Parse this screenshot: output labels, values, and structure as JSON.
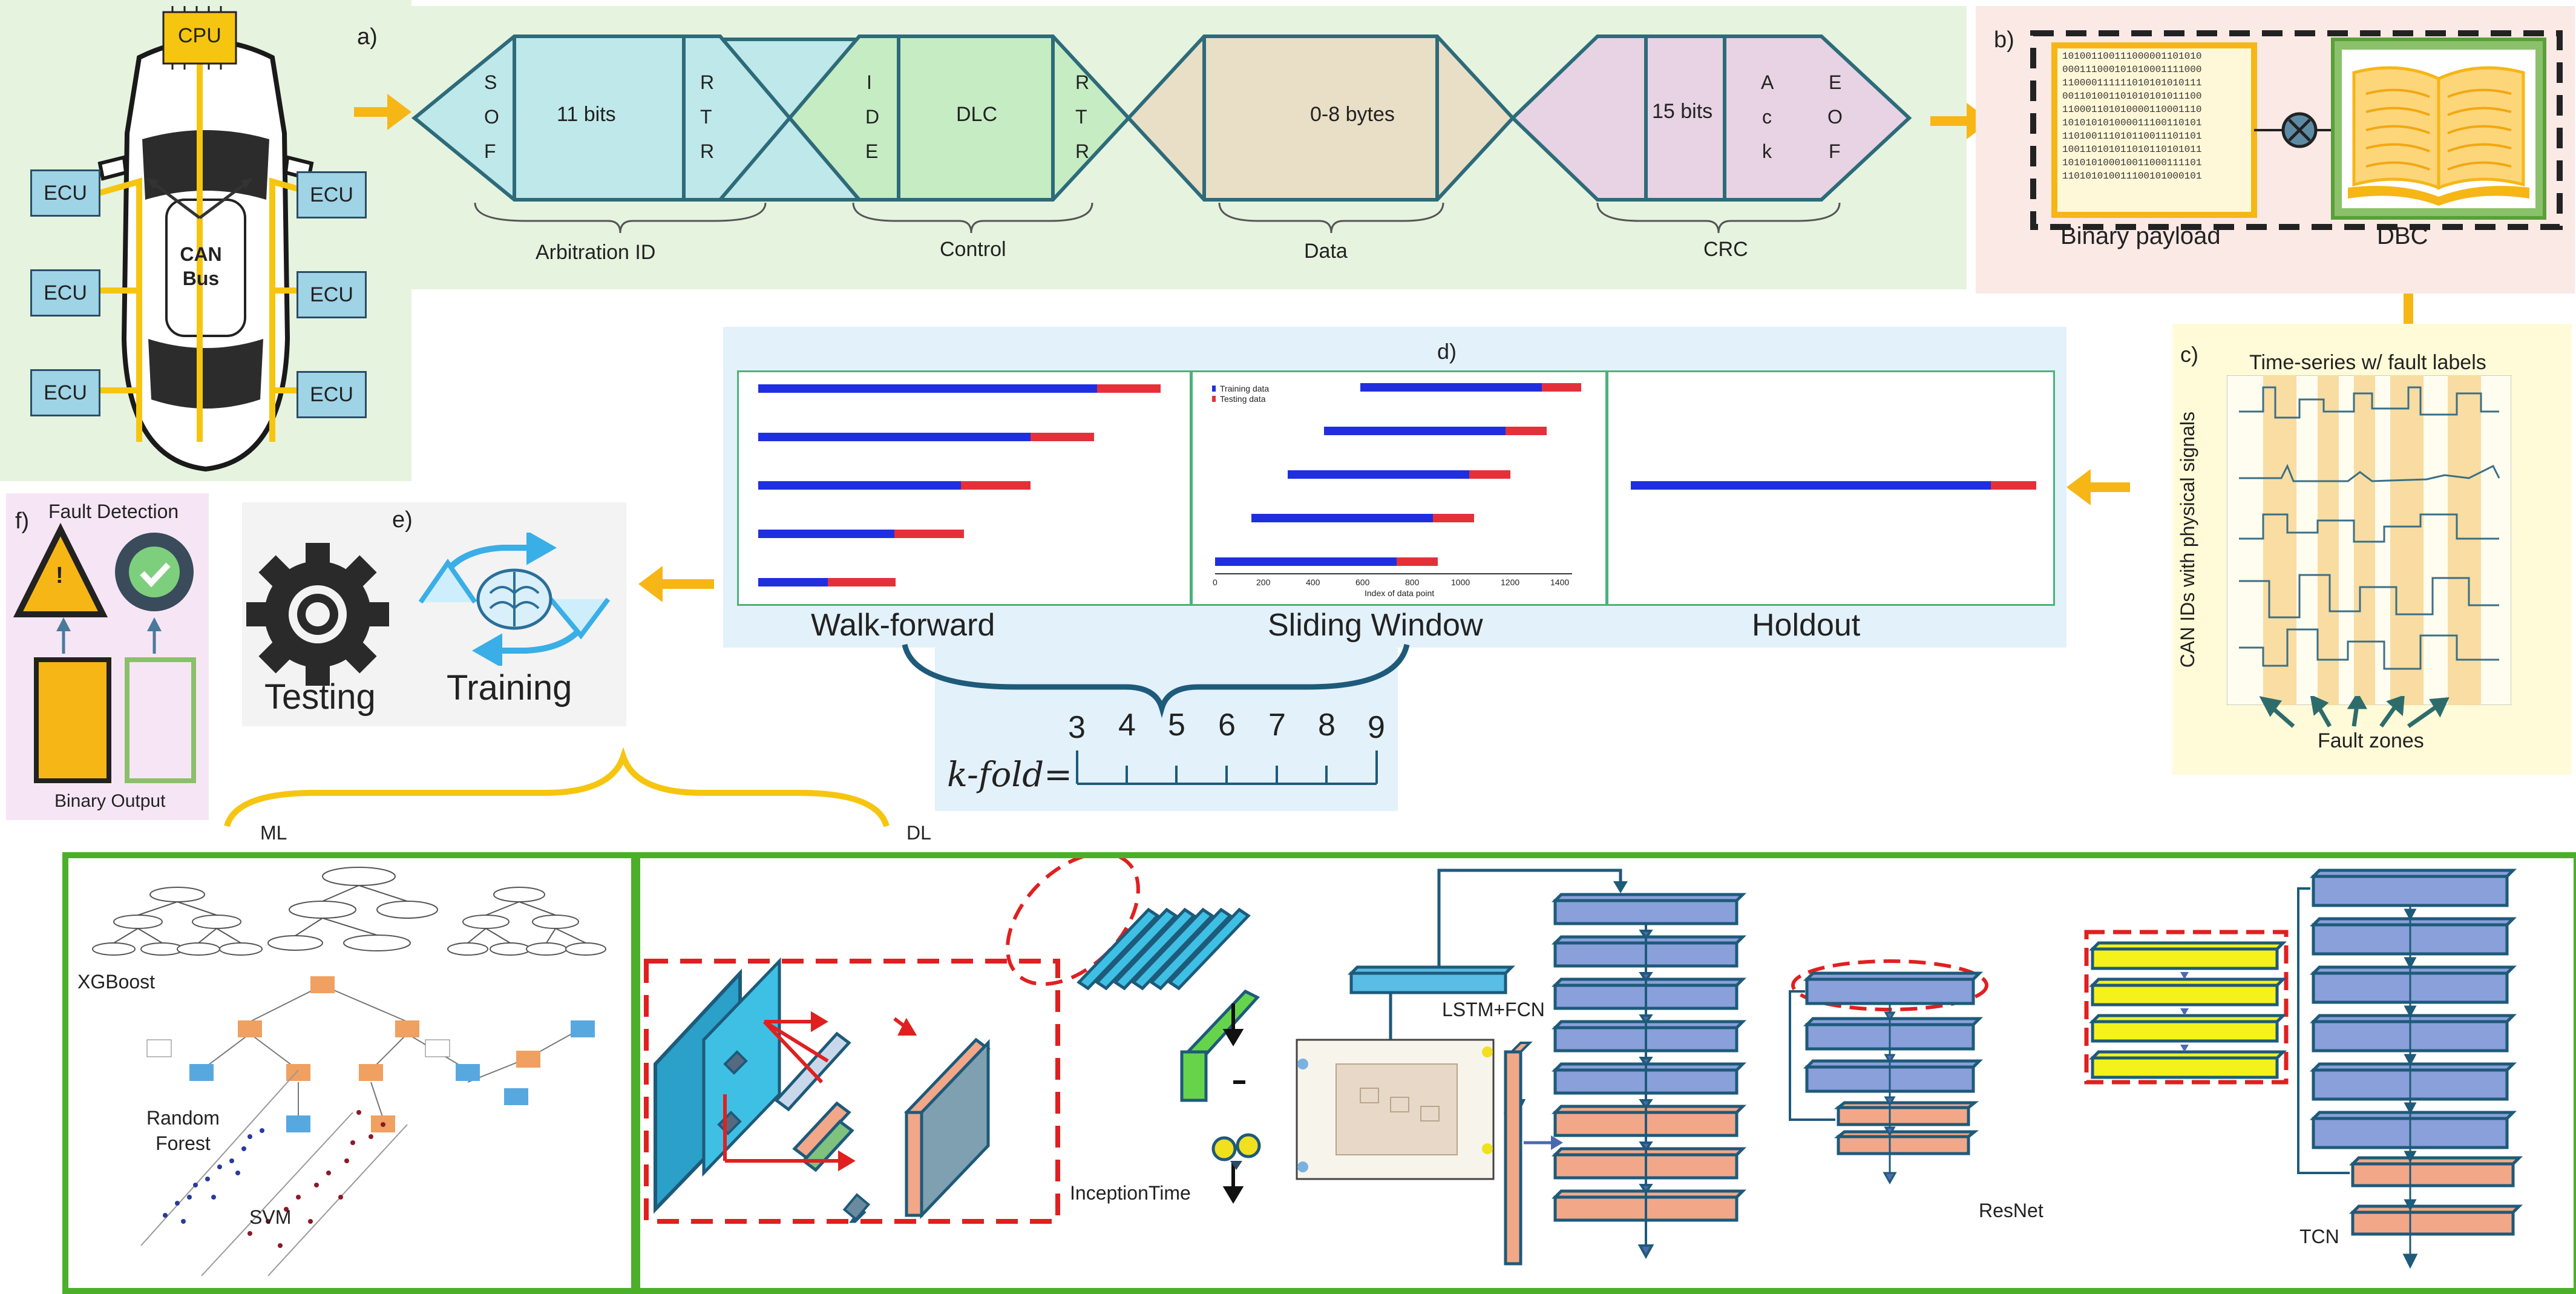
{
  "colors": {
    "arrow": "#f6b616",
    "frame_stroke": "#2d6b7a",
    "sof_fill": "#bfe8ea",
    "ide_fill": "#c6ecc4",
    "data_fill": "#e9dfc6",
    "crc_fill": "#e7d3e3",
    "train_bar": "#1f2fe0",
    "test_bar": "#e5303a",
    "model_box_green": "#4caf2a",
    "layer_blue": "#8aa0da",
    "layer_salmon": "#f4a98a",
    "layer_yellow": "#f4f21a"
  },
  "panel_a": {
    "label": "a)",
    "car": {
      "cpu": "CPU",
      "bus": "CAN\nBus",
      "ecu_labels": [
        "ECU",
        "ECU",
        "ECU",
        "ECU",
        "ECU",
        "ECU"
      ]
    },
    "frame": {
      "seg1": {
        "left": [
          "S",
          "O",
          "F"
        ],
        "center": "11 bits",
        "right": [
          "R",
          "T",
          "R"
        ],
        "caption": "Arbitration ID"
      },
      "seg2": {
        "left": [
          "I",
          "D",
          "E"
        ],
        "center": "DLC",
        "right": [
          "R",
          "T",
          "R"
        ],
        "caption": "Control"
      },
      "seg3": {
        "center": "0-8 bytes",
        "caption": "Data"
      },
      "seg4": {
        "center": "15 bits",
        "mid": [
          "A",
          "c",
          "k"
        ],
        "right": [
          "E",
          "O",
          "F"
        ],
        "caption": "CRC"
      }
    }
  },
  "panel_b": {
    "label": "b)",
    "binary_lines": [
      "101001100111000001101010",
      "000111000101010001111000",
      "110000111111010101010111",
      "001101001101010101011100",
      "110001101010000110001110",
      "101010101000011100110101",
      "110100111010110011101101",
      "100110101011010110101011",
      "101010100010011000111101",
      "110101010011100101000101"
    ],
    "payload_caption": "Binary payload",
    "dbc_caption": "DBC"
  },
  "panel_c": {
    "label": "c)",
    "title": "Time-series w/ fault labels",
    "ylabel": "CAN IDs with physical signals",
    "caption": "Fault zones"
  },
  "panel_d": {
    "label": "d)",
    "walk_forward": "Walk-forward",
    "sliding_window": "Sliding Window",
    "holdout": "Holdout",
    "legend": [
      "Training data",
      "Testing data"
    ],
    "sw_xlabel": "Index of data point",
    "sw_ticks": [
      "0",
      "200",
      "400",
      "600",
      "800",
      "1000",
      "1200",
      "1400"
    ],
    "kfold_label": "k-fold=",
    "kfold_values": [
      "3",
      "4",
      "5",
      "6",
      "7",
      "8",
      "9"
    ]
  },
  "panel_e": {
    "label": "e)",
    "testing": "Testing",
    "training": "Training"
  },
  "panel_f": {
    "label": "f)",
    "title": "Fault Detection",
    "caption": "Binary Output",
    "warn": "!"
  },
  "bottom": {
    "ml_label": "ML",
    "dl_label": "DL",
    "ml_models": [
      "XGBoost",
      "Random\nForest",
      "SVM"
    ],
    "dl_models": {
      "inception": "InceptionTime",
      "lstm": "LSTM+FCN",
      "resnet": "ResNet",
      "tcn": "TCN"
    }
  }
}
